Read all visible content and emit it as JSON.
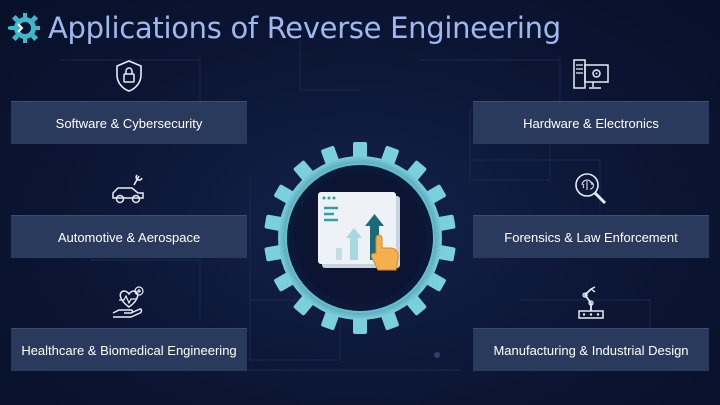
{
  "title": "Applications of Reverse Engineering",
  "colors": {
    "accent": "#3fb8c8",
    "title": "#9fb8ee",
    "box": "#2a3a5c",
    "background": "#0b1533"
  },
  "categories": [
    {
      "label": "Software & Cybersecurity",
      "icon": "shield-lock-icon"
    },
    {
      "label": "Automotive & Aerospace",
      "icon": "car-wrench-icon"
    },
    {
      "label": "Healthcare & Biomedical Engineering",
      "icon": "heart-hand-icon"
    },
    {
      "label": "Hardware & Electronics",
      "icon": "computer-gear-icon"
    },
    {
      "label": "Forensics & Law Enforcement",
      "icon": "fingerprint-magnifier-icon"
    },
    {
      "label": "Manufacturing & Industrial Design",
      "icon": "robot-arm-icon"
    }
  ],
  "center_graphic": "gear-chart-icon"
}
